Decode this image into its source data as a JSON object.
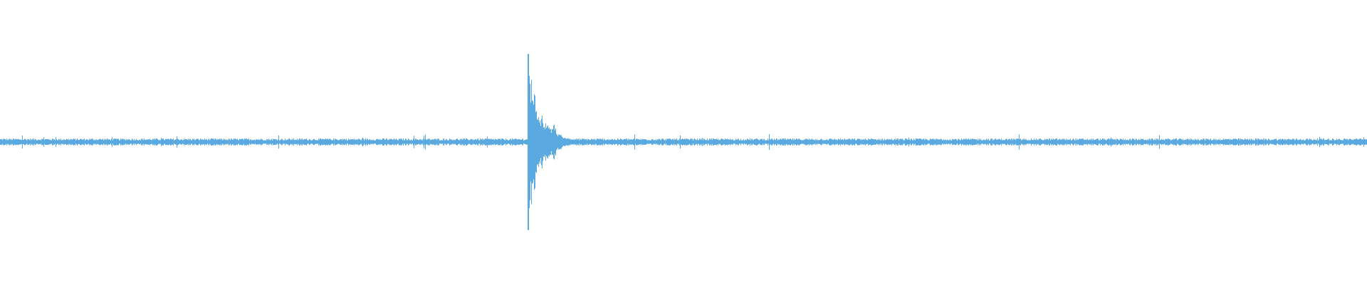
{
  "waveform": {
    "color": "#5aa9e0",
    "background": "#ffffff",
    "peak_amplitude": 0.62,
    "baseline_amplitude": 0.018,
    "transient_position": 0.3855,
    "secondary_burst_position": 0.405
  }
}
